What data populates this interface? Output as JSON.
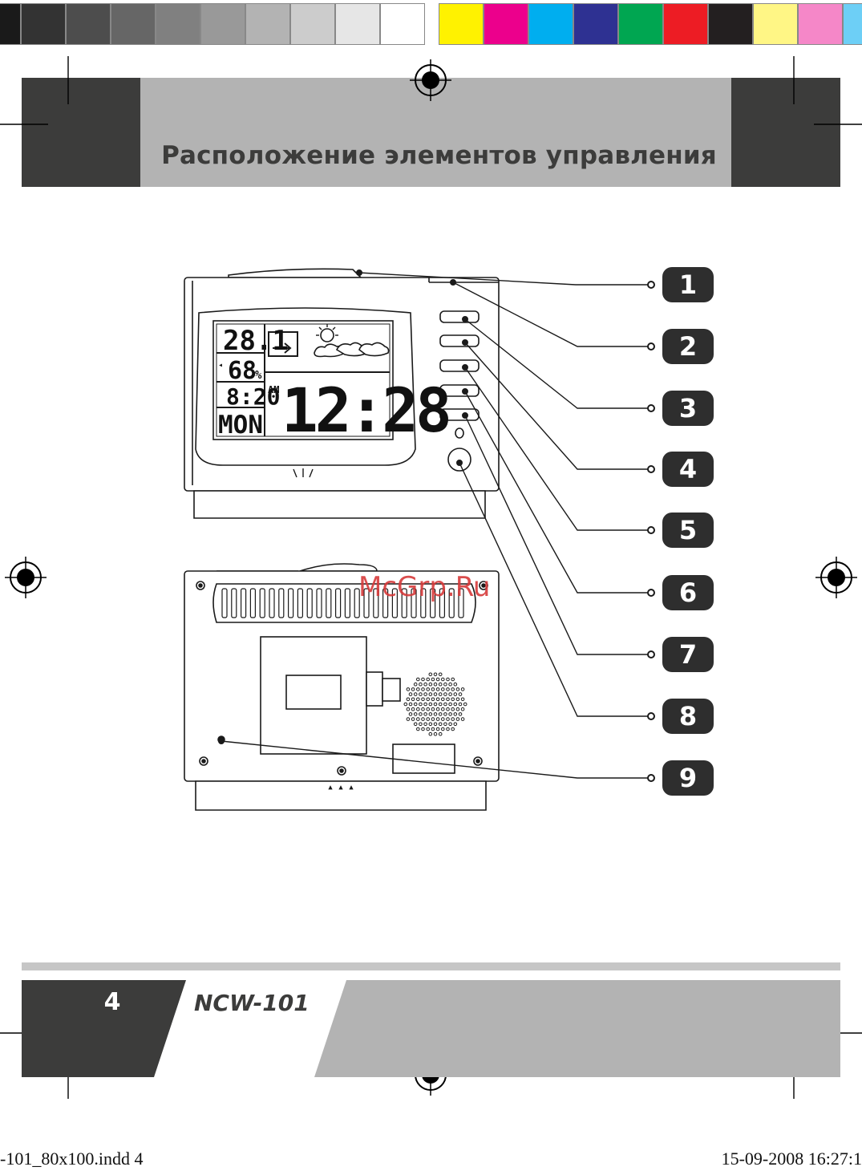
{
  "header": {
    "title": "Расположение элементов управления"
  },
  "color_bar": {
    "gray_swatches": [
      "#1a1a1a",
      "#333333",
      "#4d4d4d",
      "#666666",
      "#808080",
      "#999999",
      "#b3b3b3",
      "#cccccc",
      "#e6e6e6",
      "#ffffff"
    ],
    "color_swatches": [
      "#fff200",
      "#ec008c",
      "#00aeef",
      "#2e3192",
      "#00a651",
      "#ed1c24",
      "#231f20",
      "#fff685",
      "#f587c8",
      "#6dcff6"
    ]
  },
  "display": {
    "temperature": "28.1",
    "humidity": "68",
    "humidity_unit": "%",
    "alarm_time": "8:20",
    "ampm": "AM",
    "clock": "12:28",
    "weekday": "MON"
  },
  "callouts": [
    "1",
    "2",
    "3",
    "4",
    "5",
    "6",
    "7",
    "8",
    "9"
  ],
  "watermark": "McGrp.Ru",
  "footer": {
    "page_number": "4",
    "model": "NCW-101",
    "slug_left": "-101_80x100.indd   4",
    "slug_right": "15-09-2008   16:27:1"
  }
}
